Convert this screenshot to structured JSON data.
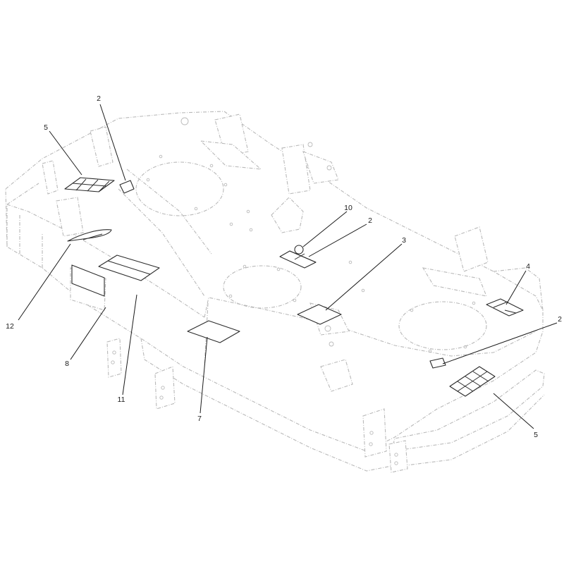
{
  "callouts": {
    "c2a": "2",
    "c5a": "5",
    "c10": "10",
    "c2b": "2",
    "c3": "3",
    "c4": "4",
    "c12": "12",
    "c2c": "2",
    "c8": "8",
    "c11": "11",
    "c7": "7",
    "c5b": "5"
  },
  "colors": {
    "ghost_line": "#b9b9b9",
    "decal_line": "#2b2b2b",
    "leader_line": "#1a1a1a"
  }
}
